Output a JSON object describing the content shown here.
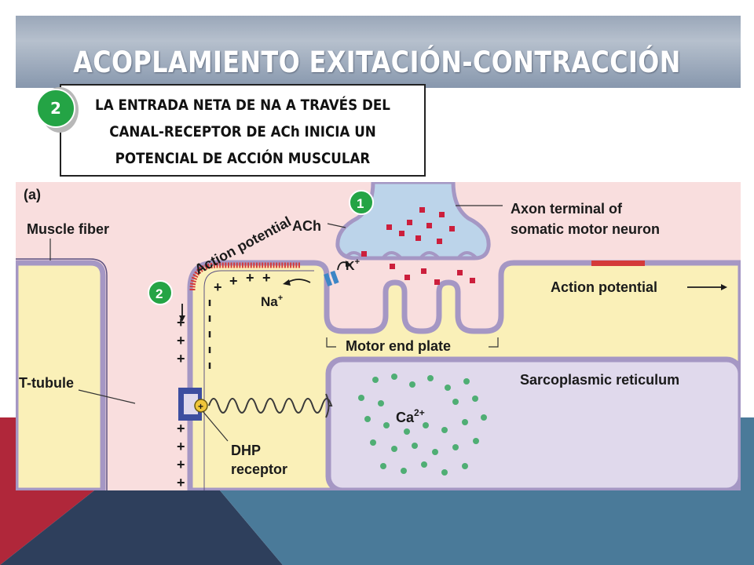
{
  "slide": {
    "title": "ACOPLAMIENTO EXITACIÓN-CONTRACCIÓN",
    "step_number": "2",
    "callout_lines": [
      "LA ENTRADA NETA DE NA A TRAVÉS DEL",
      "CANAL-RECEPTOR DE ACh INICIA UN",
      "POTENCIAL DE ACCIÓN MUSCULAR"
    ]
  },
  "diagram": {
    "panel_label": "(a)",
    "labels": {
      "muscle_fiber": "Muscle fiber",
      "action_potential_left": "Action potential",
      "ach": "ACh",
      "axon_terminal_line1": "Axon terminal of",
      "axon_terminal_line2": "somatic motor neuron",
      "k_ion": "K",
      "na_ion": "Na",
      "action_potential_right": "Action potential",
      "motor_end_plate": "Motor end plate",
      "sarcoplasmic_reticulum": "Sarcoplasmic reticulum",
      "ca_ion": "Ca",
      "ca_superscript": "2+",
      "t_tubule": "T-tubule",
      "dhp_line1": "DHP",
      "dhp_line2": "receptor"
    },
    "badges": {
      "step1": "1",
      "step2": "2"
    },
    "colors": {
      "extracellular": "#f9dede",
      "cytoplasm": "#faf0b8",
      "membrane": "#a597c4",
      "membrane_edge": "#5e5382",
      "axon_fill": "#bcd4ea",
      "ach_dot": "#cc1f3c",
      "ca_dot": "#4fae74",
      "sr_fill": "#e0d9ec",
      "badge_green": "#24a445",
      "dhp_blue": "#3d4ea0"
    }
  },
  "theme": {
    "slide_red": "#b0273a",
    "slide_navy": "#2e3f5c",
    "slide_teal": "#4a7a99"
  }
}
